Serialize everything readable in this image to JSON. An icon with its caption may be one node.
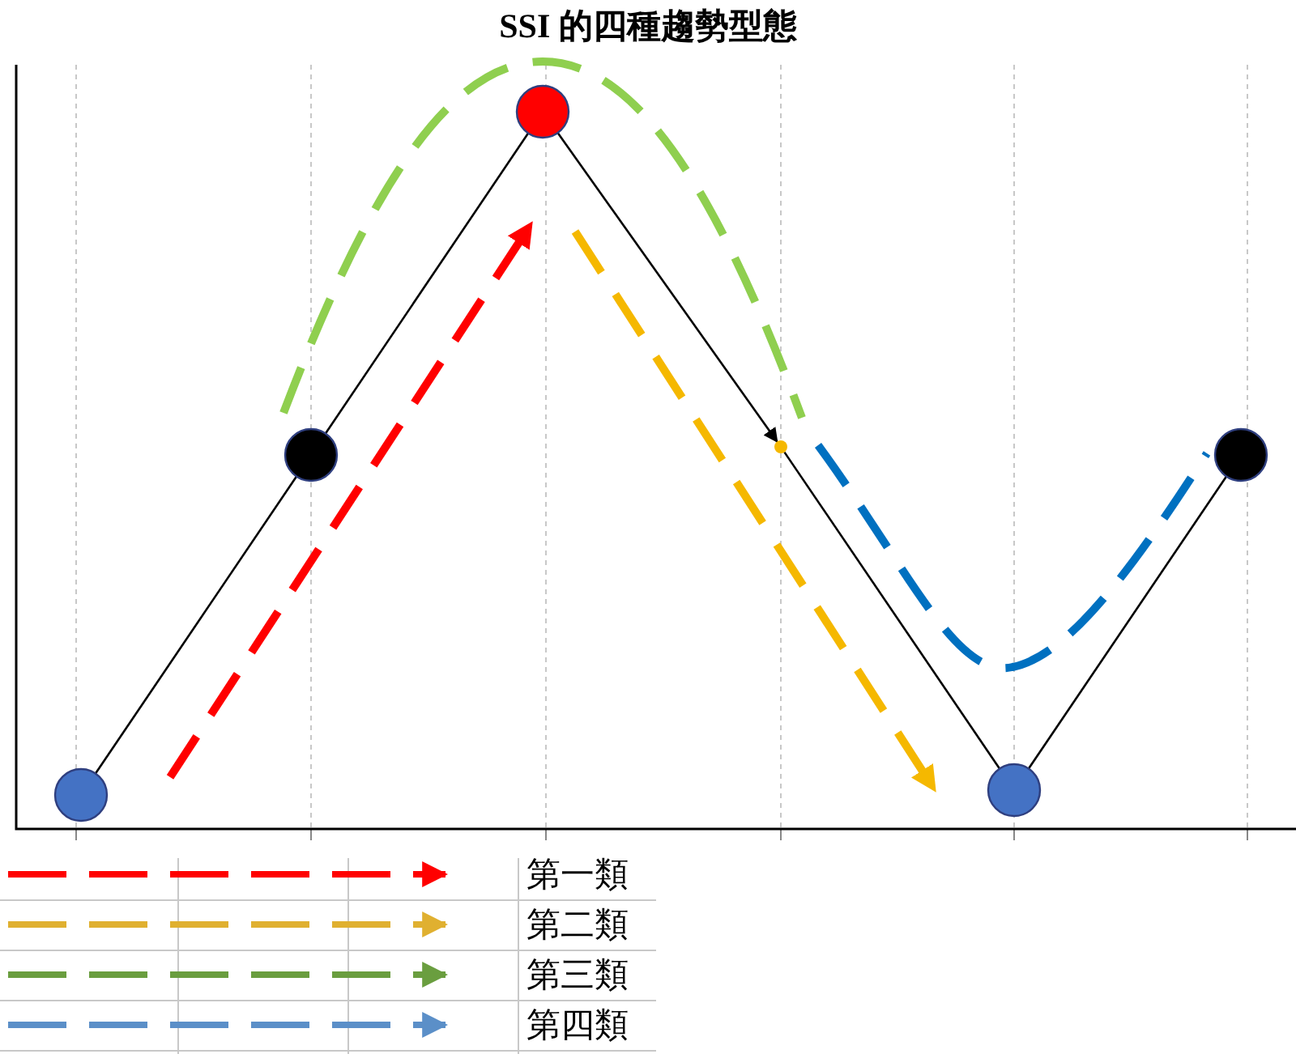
{
  "diagram": {
    "title": "SSI 的四種趨勢型態",
    "nodes": [
      {
        "text": [],
        "shape": "circle"
      },
      {
        "text": [],
        "shape": "circle"
      },
      {
        "text": [],
        "shape": "circle"
      },
      {
        "text": [],
        "shape": "circle"
      },
      {
        "text": [],
        "shape": "circle"
      },
      {
        "text": [],
        "shape": "circle"
      }
    ],
    "edges": [
      {
        "from": 0,
        "to": 1,
        "arrow": "none"
      },
      {
        "from": 1,
        "to": 2,
        "arrow": "none"
      },
      {
        "from": 2,
        "to": 3,
        "arrow": "to"
      },
      {
        "from": 3,
        "to": 4,
        "arrow": "none"
      },
      {
        "from": 4,
        "to": 5,
        "arrow": "none"
      }
    ],
    "legend": [
      {
        "text": "第一類"
      },
      {
        "text": "第二類"
      },
      {
        "text": "第三類"
      },
      {
        "text": "第四類"
      }
    ]
  }
}
